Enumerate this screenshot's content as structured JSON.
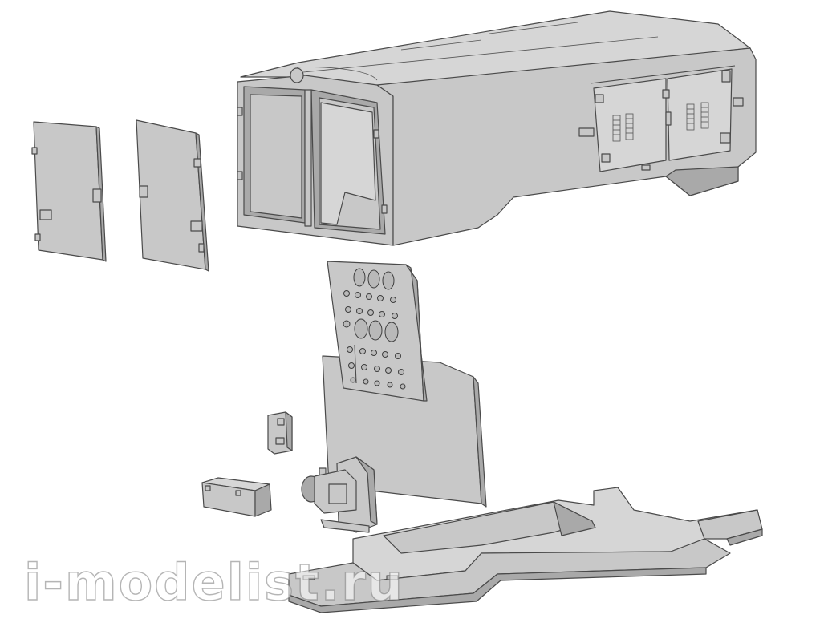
{
  "watermark": {
    "text": "i-modelist.ru"
  },
  "colors": {
    "part_fill": "#c8c8c8",
    "part_light": "#d6d6d6",
    "part_dark": "#a9a9a9",
    "outline": "#4a4a4a",
    "background": "#ffffff"
  },
  "parts": {
    "cab_shell": "cab-shell",
    "door_left": "door-left",
    "door_right": "door-right",
    "instrument_panel": "instrument-panel",
    "rear_bulkhead": "rear-bulkhead",
    "small_box": "small-box",
    "battery_box": "battery-box",
    "seat_mechanism": "seat-mechanism",
    "cab_floor": "cab-floor"
  }
}
